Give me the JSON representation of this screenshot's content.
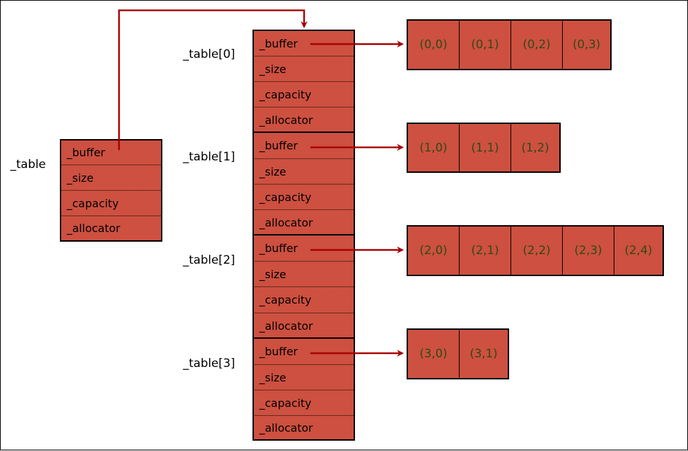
{
  "colors": {
    "box_fill": "#cd5040",
    "arrow": "#a80000",
    "cell_text": "#2e4a14",
    "border": "#000000"
  },
  "table": {
    "label": "_table",
    "fields": [
      "_buffer",
      "_size",
      "_capacity",
      "_allocator"
    ]
  },
  "rows": [
    {
      "label": "_table[0]",
      "fields": [
        "_buffer",
        "_size",
        "_capacity",
        "_allocator"
      ],
      "cells": [
        "(0,0)",
        "(0,1)",
        "(0,2)",
        "(0,3)"
      ]
    },
    {
      "label": "_table[1]",
      "fields": [
        "_buffer",
        "_size",
        "_capacity",
        "_allocator"
      ],
      "cells": [
        "(1,0)",
        "(1,1)",
        "(1,2)"
      ]
    },
    {
      "label": "_table[2]",
      "fields": [
        "_buffer",
        "_size",
        "_capacity",
        "_allocator"
      ],
      "cells": [
        "(2,0)",
        "(2,1)",
        "(2,2)",
        "(2,3)",
        "(2,4)"
      ]
    },
    {
      "label": "_table[3]",
      "fields": [
        "_buffer",
        "_size",
        "_capacity",
        "_allocator"
      ],
      "cells": [
        "(3,0)",
        "(3,1)"
      ]
    }
  ]
}
